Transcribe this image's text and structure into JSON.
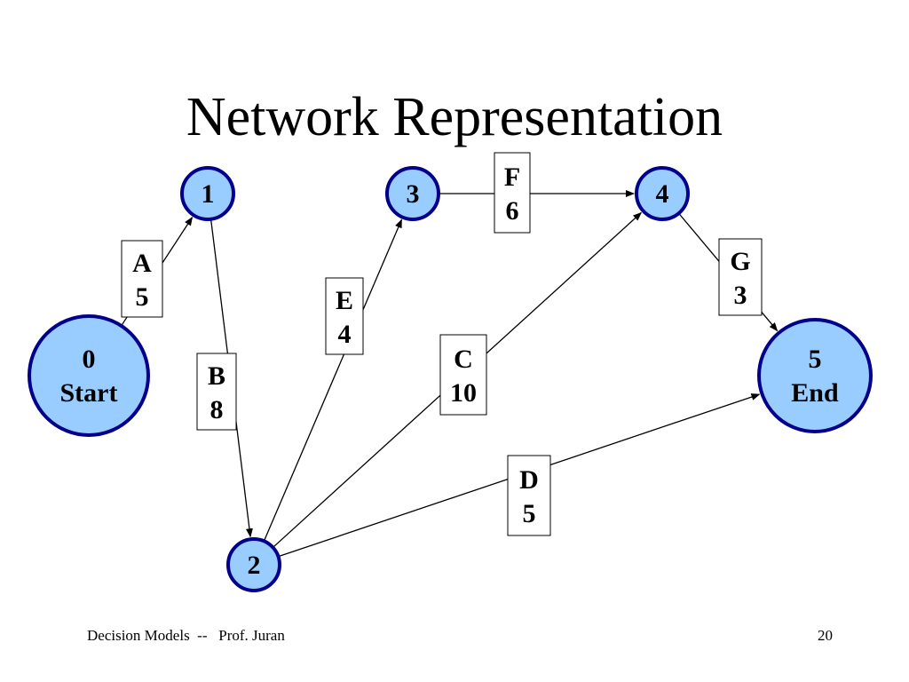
{
  "slide": {
    "title": "Network Representation",
    "footer_left": "Decision Models  --   Prof. Juran",
    "page_number": "20"
  },
  "colors": {
    "node_fill": "#99ccff",
    "node_stroke": "#00008b",
    "edge": "#000000",
    "label_box_fill": "#ffffff"
  },
  "network": {
    "nodes": [
      {
        "id": "0",
        "lines": [
          "0",
          "Start"
        ]
      },
      {
        "id": "1",
        "lines": [
          "1"
        ]
      },
      {
        "id": "2",
        "lines": [
          "2"
        ]
      },
      {
        "id": "3",
        "lines": [
          "3"
        ]
      },
      {
        "id": "4",
        "lines": [
          "4"
        ]
      },
      {
        "id": "5",
        "lines": [
          "5",
          "End"
        ]
      }
    ],
    "activities": [
      {
        "name": "A",
        "duration": "5",
        "from": "0",
        "to": "1"
      },
      {
        "name": "B",
        "duration": "8",
        "from": "1",
        "to": "2"
      },
      {
        "name": "C",
        "duration": "10",
        "from": "2",
        "to": "4"
      },
      {
        "name": "D",
        "duration": "5",
        "from": "2",
        "to": "5"
      },
      {
        "name": "E",
        "duration": "4",
        "from": "2",
        "to": "3"
      },
      {
        "name": "F",
        "duration": "6",
        "from": "3",
        "to": "4"
      },
      {
        "name": "G",
        "duration": "3",
        "from": "4",
        "to": "5"
      }
    ]
  }
}
